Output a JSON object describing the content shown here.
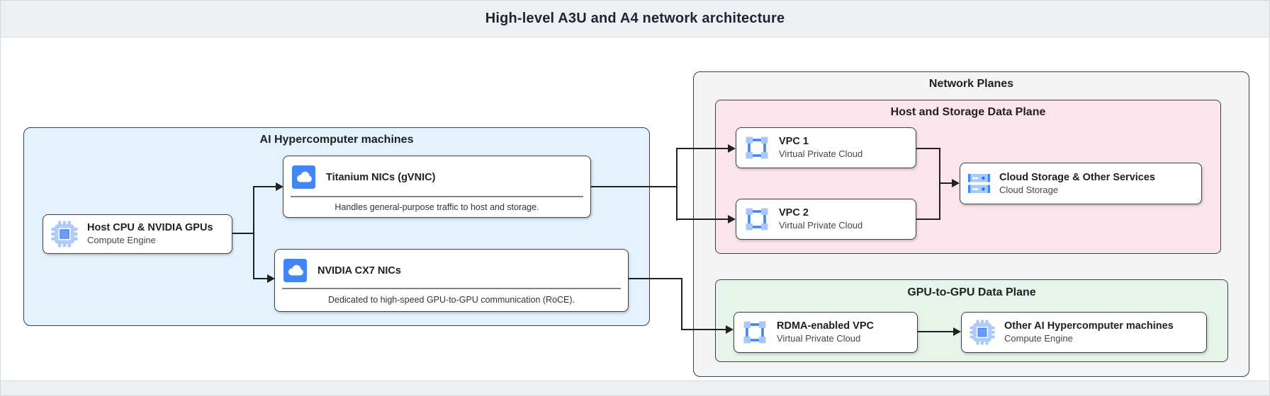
{
  "header": {
    "title": "High-level A3U and A4 network architecture"
  },
  "panels": {
    "ai_machines": {
      "label": "AI Hypercomputer machines"
    },
    "network_planes": {
      "label": "Network Planes"
    },
    "host_storage": {
      "label": "Host and Storage Data Plane"
    },
    "gpu_plane": {
      "label": "GPU-to-GPU Data Plane"
    }
  },
  "nodes": {
    "host_cpu": {
      "title": "Host CPU & NVIDIA GPUs",
      "subtitle": "Compute Engine",
      "icon": "compute-engine-icon"
    },
    "titanium": {
      "title": "Titanium NICs (gVNIC)",
      "description": "Handles general-purpose traffic to host and storage.",
      "icon": "cloud-icon"
    },
    "cx7": {
      "title": "NVIDIA CX7 NICs",
      "description": "Dedicated to high-speed GPU-to-GPU communication (RoCE).",
      "icon": "cloud-icon"
    },
    "vpc1": {
      "title": "VPC 1",
      "subtitle": "Virtual Private Cloud",
      "icon": "vpc-icon"
    },
    "vpc2": {
      "title": "VPC 2",
      "subtitle": "Virtual Private Cloud",
      "icon": "vpc-icon"
    },
    "storage": {
      "title": "Cloud Storage & Other Services",
      "subtitle": "Cloud Storage",
      "icon": "cloud-storage-icon"
    },
    "rdma": {
      "title": "RDMA-enabled VPC",
      "subtitle": "Virtual Private Cloud",
      "icon": "vpc-icon"
    },
    "other_ai": {
      "title": "Other AI Hypercomputer machines",
      "subtitle": "Compute Engine",
      "icon": "compute-engine-icon"
    }
  },
  "colors": {
    "header_bar": "#edf0f2",
    "ai_panel": "#e3f2fd",
    "network_panel": "#f4f4f4",
    "host_storage_panel": "#fce4ec",
    "gpu_panel": "#e6f4ea",
    "card_border": "#3c4043",
    "connector": "#212121",
    "accent_blue": "#4285f4",
    "icon_light_blue": "#a8c7fa"
  }
}
